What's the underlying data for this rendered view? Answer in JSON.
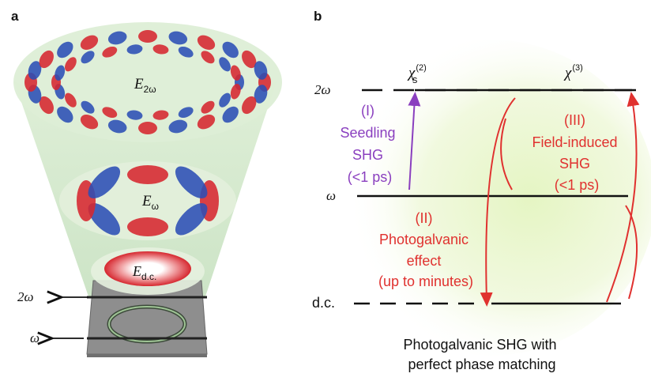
{
  "panel_a": {
    "letter": "a",
    "fields": [
      {
        "symbol": "E",
        "subscript": "2ω"
      },
      {
        "symbol": "E",
        "subscript": "ω"
      },
      {
        "symbol": "E",
        "subscript": "d.c."
      }
    ],
    "waveguide_labels": {
      "upper": "2ω",
      "lower": "ω"
    },
    "colors": {
      "lobe_red": "#d6272f",
      "lobe_blue": "#2b4fb5",
      "cone_green": "#cfe7c4",
      "chip_gray": "#9a9a9a"
    }
  },
  "panel_b": {
    "letter": "b",
    "levels": {
      "top": "2ω",
      "middle": "ω",
      "bottom": "d.c."
    },
    "chi_s": {
      "symbol": "χ",
      "superscript": "(2)",
      "subscript": "s"
    },
    "chi_3": {
      "symbol": "χ",
      "superscript": "(3)"
    },
    "process_I": [
      "(I)",
      "Seedling",
      "SHG",
      "(<1 ps)"
    ],
    "process_II": [
      "(II)",
      "Photogalvanic",
      "effect",
      "(up to minutes)"
    ],
    "process_III": [
      "(III)",
      "Field-induced",
      "SHG",
      "(<1 ps)"
    ],
    "caption": [
      "Photogalvanic SHG with",
      "perfect phase matching"
    ],
    "colors": {
      "purple": "#8a3fbf",
      "red": "#e0312f",
      "glow": "#e8f6c8"
    }
  }
}
